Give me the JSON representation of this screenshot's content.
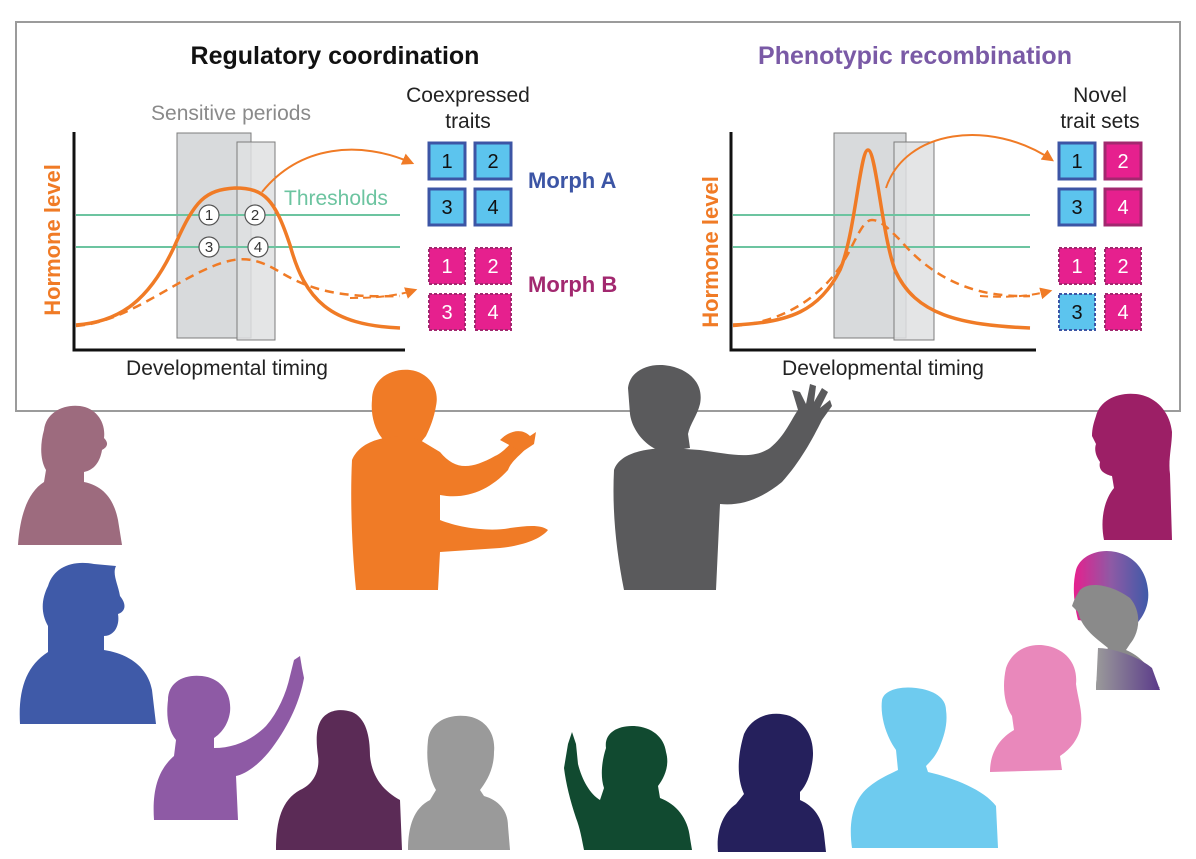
{
  "colors": {
    "orange": "#f07b26",
    "threshold": "#6cc4a0",
    "morph_a": "#3c55a5",
    "morph_b": "#a2286f",
    "trait_blue": "#5cc4ee",
    "trait_pink": "#e6208e",
    "purple_title": "#7a5aa6",
    "sensitive_gray": "#d4d6d8"
  },
  "left_panel": {
    "title": "Regulatory coordination",
    "sensitive_label": "Sensitive periods",
    "threshold_label": "Thresholds",
    "ylabel": "Hormone level",
    "xlabel": "Developmental timing",
    "traits_header_line1": "Coexpressed",
    "traits_header_line2": "traits",
    "circled_numbers": [
      "1",
      "2",
      "3",
      "4"
    ],
    "morph_a": {
      "label": "Morph A",
      "traits": [
        {
          "n": "1",
          "color": "blue",
          "border": "solid"
        },
        {
          "n": "2",
          "color": "blue",
          "border": "solid"
        },
        {
          "n": "3",
          "color": "blue",
          "border": "solid"
        },
        {
          "n": "4",
          "color": "blue",
          "border": "solid"
        }
      ]
    },
    "morph_b": {
      "label": "Morph B",
      "traits": [
        {
          "n": "1",
          "color": "pink",
          "border": "dashed"
        },
        {
          "n": "2",
          "color": "pink",
          "border": "dashed"
        },
        {
          "n": "3",
          "color": "pink",
          "border": "dashed"
        },
        {
          "n": "4",
          "color": "pink",
          "border": "dashed"
        }
      ]
    }
  },
  "right_panel": {
    "title": "Phenotypic recombination",
    "ylabel": "Hormone level",
    "xlabel": "Developmental timing",
    "traits_header_line1": "Novel",
    "traits_header_line2": "trait sets",
    "set_a": [
      {
        "n": "1",
        "color": "blue",
        "border": "solid"
      },
      {
        "n": "2",
        "color": "pink",
        "border": "solid"
      },
      {
        "n": "3",
        "color": "blue",
        "border": "solid"
      },
      {
        "n": "4",
        "color": "pink",
        "border": "solid"
      }
    ],
    "set_b": [
      {
        "n": "1",
        "color": "pink",
        "border": "dashed"
      },
      {
        "n": "2",
        "color": "pink",
        "border": "dashed"
      },
      {
        "n": "3",
        "color": "blue",
        "border": "dashed"
      },
      {
        "n": "4",
        "color": "pink",
        "border": "dashed"
      }
    ]
  },
  "audience": [
    {
      "name": "mauve-person",
      "color": "#9d6b7e"
    },
    {
      "name": "blue-man",
      "color": "#3f5aa8"
    },
    {
      "name": "lavender-person-hand-raised",
      "color": "#8e5aa5"
    },
    {
      "name": "plum-woman",
      "color": "#5b2b56"
    },
    {
      "name": "gray-person",
      "color": "#9a9a9a"
    },
    {
      "name": "green-person-finger-up",
      "color": "#114a30"
    },
    {
      "name": "navy-person",
      "color": "#25205c"
    },
    {
      "name": "sky-blue-person",
      "color": "#6ecbef"
    },
    {
      "name": "pink-ponytail-woman",
      "color": "#e988bb"
    },
    {
      "name": "gradient-haired-person",
      "color": "#8a8a8a"
    },
    {
      "name": "magenta-woman",
      "color": "#9c1f66"
    }
  ],
  "presenters": [
    {
      "name": "orange-presenter",
      "color": "#f07b26"
    },
    {
      "name": "dark-gray-presenter",
      "color": "#5a5a5c"
    }
  ]
}
